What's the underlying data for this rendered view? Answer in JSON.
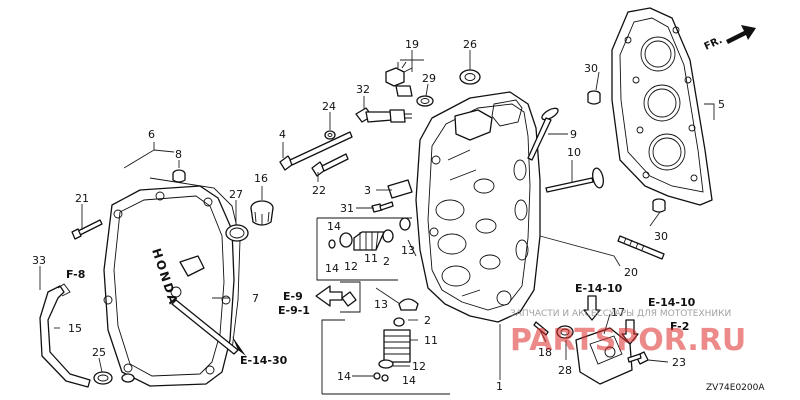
{
  "diagram": {
    "callouts": {
      "c1": "1",
      "c2a": "2",
      "c2b": "2",
      "c3": "3",
      "c4": "4",
      "c5": "5",
      "c6": "6",
      "c7": "7",
      "c8": "8",
      "c9": "9",
      "c10": "10",
      "c11a": "11",
      "c11b": "11",
      "c12a": "12",
      "c12b": "12",
      "c13a": "13",
      "c13b": "13",
      "c14a": "14",
      "c14b": "14",
      "c14c": "14",
      "c14d": "14",
      "c15": "15",
      "c16": "16",
      "c17": "17",
      "c18": "18",
      "c19": "19",
      "c20": "20",
      "c21": "21",
      "c22": "22",
      "c23": "23",
      "c24": "24",
      "c25": "25",
      "c26": "26",
      "c27": "27",
      "c28": "28",
      "c29": "29",
      "c30a": "30",
      "c30b": "30",
      "c31": "31",
      "c32": "32",
      "c33": "33"
    },
    "refs": {
      "f8": "F-8",
      "e9": "E-9",
      "e91": "E-9-1",
      "e1430": "E-14-30",
      "e1410a": "E-14-10",
      "e1410b": "E-14-10",
      "f2": "F-2"
    },
    "direction_label": "FR.",
    "cover_brand": "HONDA",
    "diagram_code": "ZV74E0200A"
  },
  "watermark": {
    "site": "PARTSPOR.RU",
    "tagline": "ЗАПЧАСТИ И АКСЕССУАРЫ ДЛЯ МОТОТЕХНИКИ"
  },
  "colors": {
    "line": "#111111",
    "watermark": "#dc2828",
    "background": "#ffffff"
  }
}
